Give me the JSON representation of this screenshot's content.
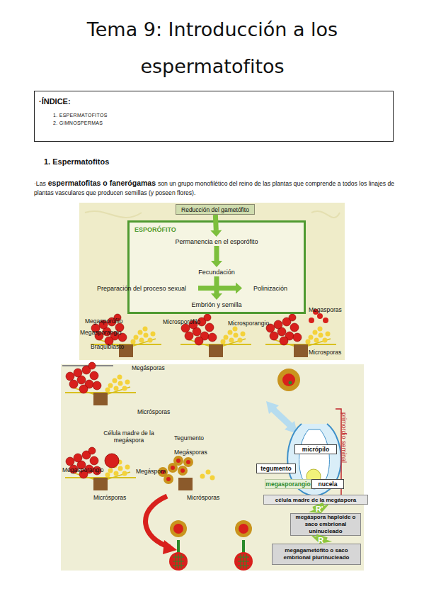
{
  "diagram": {
    "title": "Tema 9: Introducción a los espermatofitos",
    "nodes": [
      {
        "text": [
          "·ÍNDICE:",
          "1. ESPERMATOFITOS",
          "2. GIMNOSPERMAS"
        ]
      },
      {
        "text": [
          "Reducción del gametófito"
        ]
      },
      {
        "text": [
          "ESPORÓFITO"
        ]
      },
      {
        "text": [
          "Permanencia en el esporófito"
        ],
        "in": 2
      },
      {
        "text": [
          "Fecundación"
        ],
        "in": 2
      },
      {
        "text": [
          "Preparación del proceso sexual"
        ],
        "in": 2
      },
      {
        "text": [
          "Polinización"
        ],
        "in": 2
      },
      {
        "text": [
          "Embrión y semilla"
        ],
        "in": 2
      },
      {
        "text": [
          "micrópilo"
        ]
      },
      {
        "text": [
          "tegumento"
        ]
      },
      {
        "text": [
          "megasporangio"
        ]
      },
      {
        "text": [
          "nucela"
        ]
      },
      {
        "text": [
          "célula madre de la megáspora"
        ]
      },
      {
        "text": [
          "megáspora haploide o saco embrional uninucleado"
        ]
      },
      {
        "text": [
          "megagametófito o saco embrional plurinucleado"
        ]
      }
    ],
    "edges": [
      {
        "from": 1,
        "to": 3,
        "arrow": "to"
      },
      {
        "from": 3,
        "to": 4,
        "arrow": "to"
      },
      {
        "from": 4,
        "to": 7,
        "arrow": "to"
      },
      {
        "from": 5,
        "to": 6,
        "arrow": "to"
      },
      {
        "from": 12,
        "to": 13,
        "label": "R'",
        "arrow": "to"
      },
      {
        "from": 13,
        "to": 14,
        "label": "R",
        "arrow": "to"
      }
    ],
    "labels": [
      "1. Espermatofitos",
      "·Las",
      "espermatofitas o fanerógamas",
      "son un grupo monofilético del reino de las plantas que comprende a todos los linajes de plantas vasculares que producen semillas (y poseen flores).",
      "Megasporófilo",
      "Megasporangio",
      "Braquiblasto",
      "Microsporófilo",
      "Microsporangio",
      "Megasporas",
      "Microsporas",
      "Megásporas",
      "Micrósporas",
      "Célula madre de la megáspora",
      "Megasporangio",
      "Megáspora",
      "Tegumento",
      "Megásporas",
      "Micrósporas",
      "Micrósporas",
      "primordio seminal"
    ]
  }
}
